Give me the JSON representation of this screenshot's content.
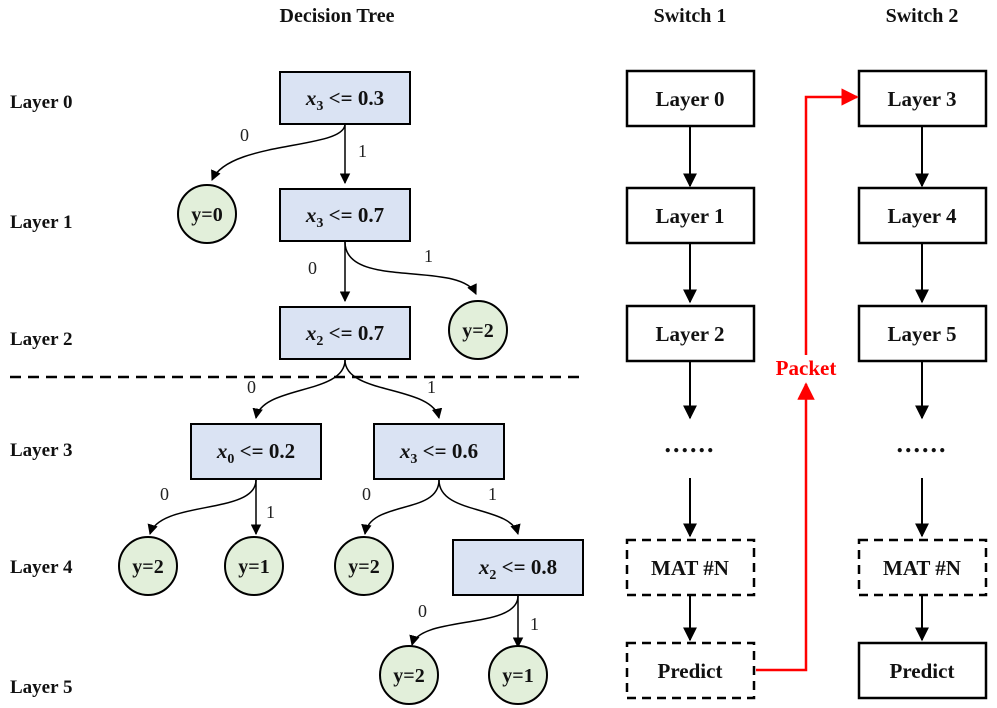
{
  "headers": {
    "tree": "Decision Tree",
    "switch1": "Switch 1",
    "switch2": "Switch 2"
  },
  "layers": [
    "Layer 0",
    "Layer 1",
    "Layer 2",
    "Layer 3",
    "Layer 4",
    "Layer 5"
  ],
  "tree_nodes": {
    "n0": {
      "var": "x",
      "sub": "3",
      "op": " <= 0.3"
    },
    "n1": {
      "var": "x",
      "sub": "3",
      "op": " <= 0.7"
    },
    "n2": {
      "var": "x",
      "sub": "2",
      "op": " <= 0.7"
    },
    "n3": {
      "var": "x",
      "sub": "0",
      "op": " <= 0.2"
    },
    "n4": {
      "var": "x",
      "sub": "3",
      "op": " <= 0.6"
    },
    "n5": {
      "var": "x",
      "sub": "2",
      "op": " <= 0.8"
    }
  },
  "leaves": {
    "l1": "y=0",
    "l2": "y=2",
    "l3": "y=2",
    "l4": "y=1",
    "l5": "y=2",
    "l6": "y=2",
    "l7": "y=1"
  },
  "edge_labels": {
    "e0": "0",
    "e1": "1",
    "e2": "0",
    "e3": "1",
    "e4": "0",
    "e5": "1",
    "e6": "0",
    "e7": "1",
    "e8": "0",
    "e9": "1",
    "e10": "0",
    "e11": "1"
  },
  "switch1": {
    "stages": [
      "Layer 0",
      "Layer 1",
      "Layer 2"
    ],
    "dots": "......",
    "mat": "MAT #N",
    "predict": "Predict"
  },
  "switch2": {
    "stages": [
      "Layer 3",
      "Layer 4",
      "Layer 5"
    ],
    "dots": "......",
    "mat": "MAT #N",
    "predict": "Predict"
  },
  "packet_label": "Packet",
  "colors": {
    "node_fill": "#dae3f3",
    "leaf_fill": "#e2efda",
    "packet": "#ff0000",
    "stroke": "#000000"
  }
}
